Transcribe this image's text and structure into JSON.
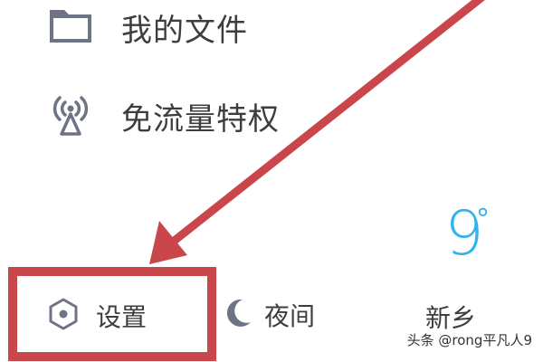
{
  "menu": {
    "items": [
      {
        "label": "我的文件",
        "icon": "folder-icon"
      },
      {
        "label": "免流量特权",
        "icon": "broadcast-antenna-icon"
      }
    ]
  },
  "bottom_bar": {
    "settings": {
      "label": "设置",
      "icon": "settings-hexagon-icon"
    },
    "night": {
      "label": "夜间",
      "icon": "moon-icon"
    }
  },
  "weather": {
    "temperature": "9",
    "degree_symbol": "°",
    "city": "新乡"
  },
  "annotation": {
    "color": "#c9474a",
    "target": "设置"
  },
  "watermark": "头条 @rong平凡人9",
  "colors": {
    "text": "#3d3d3d",
    "icon": "#6e7386",
    "accent_blue": "#2fb4ec",
    "annotation_red": "#c9474a"
  }
}
